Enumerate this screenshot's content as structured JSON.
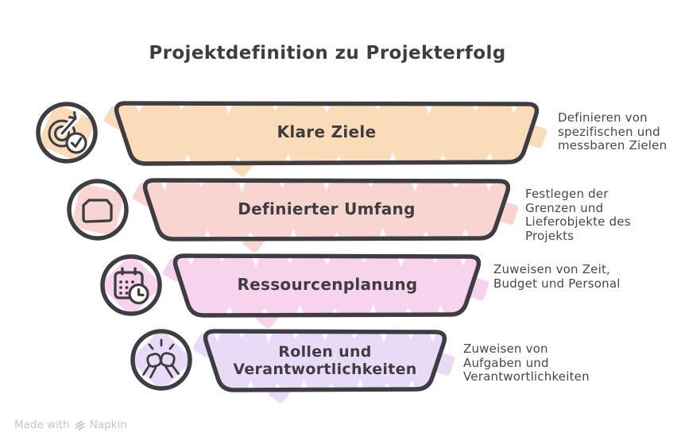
{
  "title": "Projektdefinition zu Projekterfolg",
  "colors": {
    "outline": "#3e3e42",
    "label_text": "#3e3e42",
    "description_text": "#48484c",
    "footer_text": "#c6c6c8",
    "background": "#ffffff"
  },
  "funnel": {
    "rows": [
      {
        "label": "Klare Ziele",
        "description": "Definieren von spezifischen und messbaren Zielen",
        "icon": "target-check-icon",
        "color": "#fbdcba"
      },
      {
        "label": "Definierter Umfang",
        "description": "Festlegen der Grenzen und Lieferobjekte des Projekts",
        "icon": "scope-boundary-icon",
        "color": "#f9d5d2"
      },
      {
        "label": "Ressourcenplanung",
        "description": "Zuweisen von Zeit, Budget und Personal",
        "icon": "calendar-clock-icon",
        "color": "#f8d3ee"
      },
      {
        "label": "Rollen und Verantwortlichkeiten",
        "description": "Zuweisen von Aufgaben und Verantwortlichkeiten",
        "icon": "fistbump-icon",
        "color": "#e9dbf8"
      }
    ]
  },
  "footer": {
    "made_with": "Made with",
    "brand": "Napkin",
    "logo": "napkin-logo-icon"
  }
}
